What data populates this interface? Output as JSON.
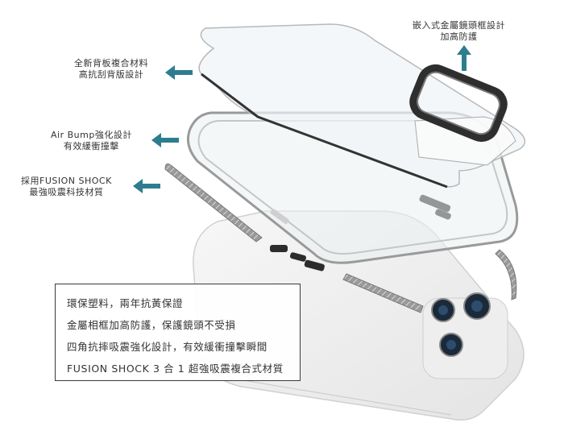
{
  "callouts": {
    "lens_frame": [
      "嵌入式金屬鏡頭框設計",
      "加高防護"
    ],
    "back_panel": [
      "全新背板複合材料",
      "高抗刮背版設計"
    ],
    "air_bump": [
      "Air Bump強化設計",
      "有效緩衝撞擊"
    ],
    "fusion_shock": [
      "採用FUSION SHOCK",
      "最強吸震科技材質"
    ]
  },
  "features": [
    "環保塑料，兩年抗黃保證",
    "金屬相框加高防護，保護鏡頭不受損",
    "四角抗摔吸震強化設計，有效緩衝撞擊瞬間",
    "FUSION SHOCK 3 合 1 超強吸震複合式材質"
  ],
  "colors": {
    "arrow": "#2e7d8f",
    "box_border": "#3a3a3a"
  }
}
